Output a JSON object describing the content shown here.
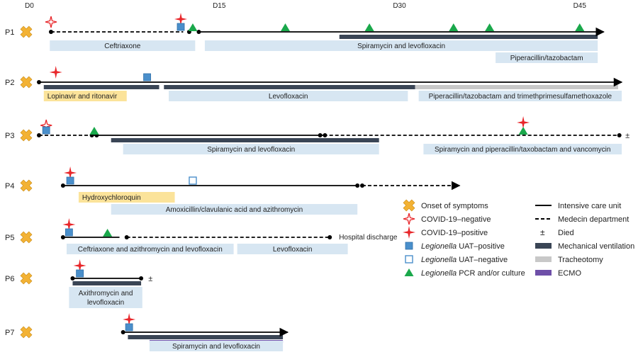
{
  "day_axis": [
    {
      "label": "D0",
      "day": 0
    },
    {
      "label": "D15",
      "day": 15
    },
    {
      "label": "D30",
      "day": 30
    },
    {
      "label": "D45",
      "day": 45
    }
  ],
  "colors": {
    "ventilation": "#3a4555",
    "tracheotomy": "#c8c8c8",
    "ecmo": "#6e4fa8",
    "treatment_bar": "#d7e6f2",
    "highlight_bar": "#fbe39a",
    "onset": "#f3b234",
    "covid_star": "#e8262a",
    "uat_square": "#4a8fcb",
    "pcr_triangle": "#1aa84b"
  },
  "patients": [
    {
      "label": "P1",
      "segments": [
        {
          "from": 1,
          "to": 12,
          "style": "dashed"
        },
        {
          "from": 13.3,
          "to": 47,
          "style": "solid",
          "arrow": true
        }
      ],
      "transition_dots": [
        1,
        12.5,
        13.3
      ],
      "ventilation": [
        {
          "from": 25,
          "to": 46.5
        }
      ],
      "tracheotomy": [],
      "ecmo": [],
      "covid_negative": [
        1
      ],
      "covid_positive": [
        11.8
      ],
      "uat_positive": [
        11.8
      ],
      "uat_negative": [],
      "pcr": [
        12.8,
        20.5,
        27.5,
        34.5,
        37.5,
        45
      ],
      "treatments": [
        {
          "label": "Ceftriaxone",
          "from": 0.9,
          "to": 13,
          "row": 0
        },
        {
          "label": "Spiramycin and levofloxacin",
          "from": 13.8,
          "to": 46.5,
          "row": 0
        },
        {
          "label": "Piperacillin/tazobactam",
          "from": 38,
          "to": 46.5,
          "row": 1
        }
      ]
    },
    {
      "label": "P2",
      "segments": [
        {
          "from": 0,
          "to": 48.5,
          "style": "solid",
          "arrow": true
        }
      ],
      "transition_dots": [
        0
      ],
      "ventilation": [
        {
          "from": 0.4,
          "to": 10
        },
        {
          "from": 10.4,
          "to": 31.3
        }
      ],
      "tracheotomy": [
        {
          "from": 31.3,
          "to": 48.2
        }
      ],
      "ecmo": [],
      "covid_negative": [],
      "covid_positive": [
        1.4
      ],
      "uat_positive": [
        9
      ],
      "uat_negative": [],
      "pcr": [],
      "treatments": [
        {
          "label": "Lopinavir and ritonavir",
          "from": 0.4,
          "to": 7.3,
          "row": 0,
          "highlight": true
        },
        {
          "label": "Levofloxacin",
          "from": 10.8,
          "to": 30.7,
          "row": 0
        },
        {
          "label": "Piperacillin/tazobactam and trimethprimesulfamethoxazole",
          "from": 31.6,
          "to": 48.5,
          "row": 0
        }
      ]
    },
    {
      "label": "P3",
      "segments": [
        {
          "from": 0,
          "to": 4.4,
          "style": "dashed"
        },
        {
          "from": 4.4,
          "to": 23.7,
          "style": "solid"
        },
        {
          "from": 23.7,
          "to": 48.3,
          "style": "dashed"
        }
      ],
      "transition_dots": [
        0,
        4.4,
        4.8,
        23.4,
        23.8,
        48.3
      ],
      "ventilation": [
        {
          "from": 6,
          "to": 28.3
        }
      ],
      "tracheotomy": [],
      "ecmo": [],
      "covid_negative": [
        0.6
      ],
      "covid_positive": [
        40.3
      ],
      "uat_positive": [
        0.6
      ],
      "uat_negative": [],
      "pcr": [
        4.6,
        40.3
      ],
      "died_at": 48.8,
      "treatments": [
        {
          "label": "Spiramycin and levofloxacin",
          "from": 7,
          "to": 28.3,
          "row": 0
        },
        {
          "label": "Spiramycin and piperacillin/taxobactam and vancomycin",
          "from": 32,
          "to": 48.5,
          "row": 0
        }
      ]
    },
    {
      "label": "P4",
      "segments": [
        {
          "from": 2,
          "to": 26.5,
          "style": "solid"
        },
        {
          "from": 26.9,
          "to": 35,
          "style": "dashed",
          "arrow": true
        }
      ],
      "transition_dots": [
        2,
        26.5,
        26.9
      ],
      "ventilation": [],
      "tracheotomy": [],
      "ecmo": [],
      "covid_negative": [],
      "covid_positive": [
        2.6
      ],
      "uat_positive": [
        2.6
      ],
      "uat_negative": [
        12.8
      ],
      "pcr": [],
      "treatments": [
        {
          "label": "Hydroxychloroquin",
          "from": 3.3,
          "to": 11.3,
          "row": 0,
          "highlight": true
        },
        {
          "label": "Amoxicillin/clavulanic acid and azithromycin",
          "from": 6,
          "to": 26.5,
          "row": 1
        }
      ]
    },
    {
      "label": "P5",
      "segments": [
        {
          "from": 2,
          "to": 6.7,
          "style": "solid"
        },
        {
          "from": 7.3,
          "to": 24.2,
          "style": "dashed"
        }
      ],
      "transition_dots": [
        2,
        7.3,
        24.2
      ],
      "ventilation": [],
      "tracheotomy": [],
      "ecmo": [],
      "covid_negative": [],
      "covid_positive": [
        2.5
      ],
      "uat_positive": [
        2.5
      ],
      "uat_negative": [],
      "pcr": [
        5.7
      ],
      "discharge_label": "Hospital discharge",
      "treatments": [
        {
          "label": "Ceftriaxone and azithromycin and levofloxacin",
          "from": 2.3,
          "to": 16.2,
          "row": 0
        },
        {
          "label": "Levofloxacin",
          "from": 16.5,
          "to": 25.7,
          "row": 0
        }
      ]
    },
    {
      "label": "P6",
      "segments": [
        {
          "from": 2.8,
          "to": 8.5,
          "style": "solid"
        }
      ],
      "transition_dots": [
        2.8,
        8.5
      ],
      "ventilation": [
        {
          "from": 2.8,
          "to": 8.5
        }
      ],
      "tracheotomy": [],
      "ecmo": [],
      "covid_negative": [],
      "covid_positive": [
        3.4
      ],
      "uat_positive": [
        3.4
      ],
      "uat_negative": [],
      "pcr": [],
      "died_at": 9.1,
      "treatments": [
        {
          "label": "Axithromycin and levofloxacin",
          "label_lines": [
            "Axithromycin and",
            "levofloxacin"
          ],
          "from": 2.5,
          "to": 8.6,
          "row": 0,
          "tall": true
        }
      ]
    },
    {
      "label": "P7",
      "segments": [
        {
          "from": 7,
          "to": 20.7,
          "style": "solid",
          "arrow": true
        }
      ],
      "transition_dots": [
        7
      ],
      "ventilation": [
        {
          "from": 7.4,
          "to": 20.3
        }
      ],
      "tracheotomy": [],
      "ecmo": [
        {
          "from": 9.2,
          "to": 20.3
        }
      ],
      "covid_negative": [],
      "covid_positive": [
        7.5
      ],
      "uat_positive": [
        7.5
      ],
      "uat_negative": [],
      "pcr": [],
      "treatments": [
        {
          "label": "Spiramycin and levofloxacin",
          "from": 9.2,
          "to": 20.3,
          "row": 0
        }
      ]
    }
  ],
  "legend": {
    "symbols": [
      {
        "icon": "onset",
        "label": "Onset of symptoms"
      },
      {
        "icon": "covid_negative",
        "label": "COVID-19–negative"
      },
      {
        "icon": "covid_positive",
        "label": "COVID-19–positive"
      },
      {
        "icon": "uat_positive",
        "label": "Legionella UAT–positive",
        "italic_prefix": "Legionella"
      },
      {
        "icon": "uat_negative",
        "label": "Legionella UAT–negative",
        "italic_prefix": "Legionella"
      },
      {
        "icon": "pcr",
        "label": "Legionella PCR and/or culture",
        "italic_prefix": "Legionella"
      }
    ],
    "lines": [
      {
        "icon": "solid",
        "label": "Intensive care unit"
      },
      {
        "icon": "dashed",
        "label": "Medecin department"
      },
      {
        "icon": "died",
        "label": "Died"
      },
      {
        "icon": "ventilation",
        "label": "Mechanical ventilation"
      },
      {
        "icon": "tracheotomy",
        "label": "Tracheotomy"
      },
      {
        "icon": "ecmo",
        "label": "ECMO"
      }
    ]
  },
  "died_glyph": "±"
}
